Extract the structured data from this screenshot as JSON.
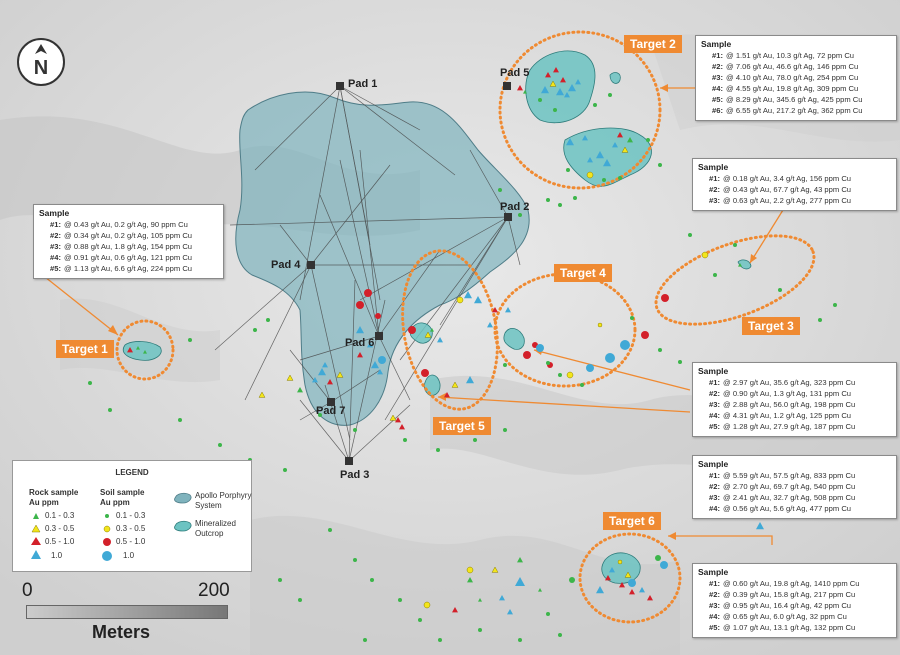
{
  "pads": [
    {
      "label": "Pad 1"
    },
    {
      "label": "Pad 2"
    },
    {
      "label": "Pad 3"
    },
    {
      "label": "Pad 4"
    },
    {
      "label": "Pad 5"
    },
    {
      "label": "Pad 6"
    },
    {
      "label": "Pad 7"
    }
  ],
  "targets": [
    {
      "label": "Target 1"
    },
    {
      "label": "Target 2"
    },
    {
      "label": "Target 3"
    },
    {
      "label": "Target 4"
    },
    {
      "label": "Target 5"
    },
    {
      "label": "Target 6"
    }
  ],
  "sample_boxes": [
    {
      "header": "Sample",
      "rows": [
        {
          "n": "#1:",
          "text": "@ 0.43 g/t Au, 0.2 g/t Ag, 90 ppm Cu"
        },
        {
          "n": "#2:",
          "text": "@ 0.34 g/t Au, 0.2 g/t Ag, 105 ppm Cu"
        },
        {
          "n": "#3:",
          "text": "@ 0.88 g/t Au, 1.8 g/t Ag, 154 ppm Cu"
        },
        {
          "n": "#4:",
          "text": "@ 0.91 g/t Au, 0.6 g/t Ag, 121 ppm Cu"
        },
        {
          "n": "#5:",
          "text": "@ 1.13 g/t Au, 6.6 g/t Ag, 224 ppm Cu"
        }
      ]
    },
    {
      "header": "Sample",
      "rows": [
        {
          "n": "#1:",
          "text": "@ 1.51 g/t Au,  10.3 g/t Ag, 72 ppm Cu"
        },
        {
          "n": "#2:",
          "text": "@ 7.06 g/t Au,  46.6 g/t Ag, 146 ppm Cu"
        },
        {
          "n": "#3:",
          "text": "@ 4.10 g/t Au,  78.0 g/t Ag, 254 ppm Cu"
        },
        {
          "n": "#4:",
          "text": "@ 4.55 g/t Au, 19.8 g/t Ag, 309 ppm Cu"
        },
        {
          "n": "#5:",
          "text": "@ 8.29 g/t Au, 345.6 g/t Ag, 425 ppm Cu"
        },
        {
          "n": "#6:",
          "text": "@ 6.55 g/t Au, 217.2 g/t Ag, 362 ppm Cu"
        }
      ]
    },
    {
      "header": "Sample",
      "rows": [
        {
          "n": "#1:",
          "text": "@ 0.18 g/t Au, 3.4 g/t Ag, 156 ppm Cu"
        },
        {
          "n": "#2:",
          "text": "@ 0.43 g/t Au, 67.7 g/t Ag, 43 ppm Cu"
        },
        {
          "n": "#3:",
          "text": "@ 0.63 g/t Au, 2.2 g/t Ag, 277 ppm Cu"
        }
      ]
    },
    {
      "header": "Sample",
      "rows": [
        {
          "n": "#1:",
          "text": "@ 2.97 g/t Au, 35.6 g/t Ag, 323 ppm Cu"
        },
        {
          "n": "#2:",
          "text": "@ 0.90 g/t Au, 1.3 g/t Ag, 131 ppm Cu"
        },
        {
          "n": "#3:",
          "text": "@ 2.88 g/t Au, 56.0 g/t Ag, 198 ppm Cu"
        },
        {
          "n": "#4:",
          "text": "@ 4.31 g/t Au, 1.2 g/t Ag, 125 ppm Cu"
        },
        {
          "n": "#5:",
          "text": "@ 1.28 g/t Au, 27.9 g/t Ag, 187 ppm Cu"
        }
      ]
    },
    {
      "header": "Sample",
      "rows": [
        {
          "n": "#1:",
          "text": "@ 5.59 g/t Au, 57.5 g/t Ag, 833 ppm Cu"
        },
        {
          "n": "#2:",
          "text": "@ 2.70 g/t Au, 69.7 g/t Ag, 540 ppm Cu"
        },
        {
          "n": "#3:",
          "text": "@ 2.41 g/t Au, 32.7 g/t Ag, 508 ppm Cu"
        },
        {
          "n": "#4:",
          "text": "@ 0.56 g/t Au, 5.6 g/t Ag, 477 ppm Cu"
        }
      ]
    },
    {
      "header": "Sample",
      "rows": [
        {
          "n": "#1:",
          "text": "@ 0.60 g/t Au, 19.8 g/t Ag, 1410 ppm Cu"
        },
        {
          "n": "#2:",
          "text": "@ 0.39 g/t Au, 15.8 g/t Ag, 217 ppm Cu"
        },
        {
          "n": "#3:",
          "text": "@ 0.95 g/t Au, 16.4 g/t Ag, 42 ppm Cu"
        },
        {
          "n": "#4:",
          "text": "@ 0.65 g/t Au, 6.0 g/t Ag, 32 ppm Cu"
        },
        {
          "n": "#5:",
          "text": "@ 1.07 g/t Au, 13.1 g/t Ag, 132 ppm Cu"
        }
      ]
    }
  ],
  "legend": {
    "title": "LEGEND",
    "rock_header": "Rock sample\nAu ppm",
    "soil_header": "Soil sample\nAu ppm",
    "ranges": [
      "0.1 - 0.3",
      "0.3 - 0.5",
      "0.5 - 1.0",
      "1.0"
    ],
    "apollo": "Apollo Porphyry\nSystem",
    "outcrop": "Mineralized\nOutcrop"
  },
  "scale": {
    "start": "0",
    "end": "200",
    "unit": "Meters"
  },
  "north": {
    "letter": "N"
  },
  "colors": {
    "accent": "#ef8a32",
    "apollo_fill": "#7fb3bd",
    "outcrop_fill": "#6cc3c2",
    "rock_low": "#3cb54a",
    "rock_mid": "#f3e51b",
    "rock_high": "#d3202a",
    "rock_top": "#40a9d6"
  }
}
